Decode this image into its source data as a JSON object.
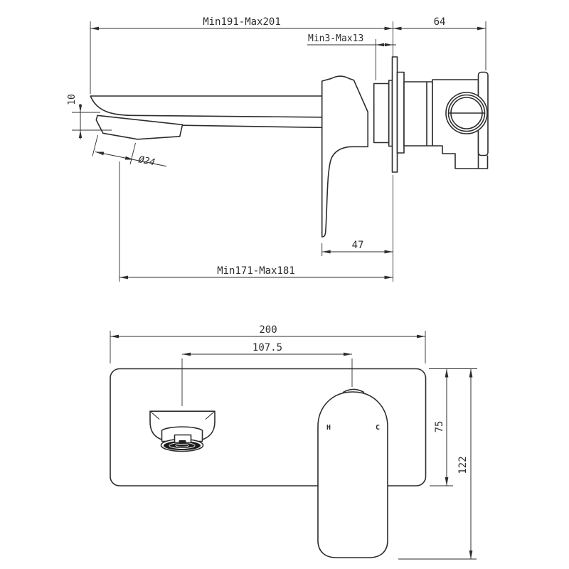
{
  "colors": {
    "line": "#2d2d2d",
    "aerator_fill": "#1c1c1c",
    "background": "#ffffff"
  },
  "side_view": {
    "description": "wall-mounted basin mixer side installation view",
    "dim_spout_reach": "Min191-Max201",
    "dim_body_depth": "64",
    "dim_wall_adjustment": "Min3-Max13",
    "dim_tip_drop": "10",
    "dim_aerator_diameter": "Ø24",
    "dim_handle_clearance": "47",
    "dim_outlet_reach": "Min171-Max181"
  },
  "front_view": {
    "description": "trim plate front view",
    "dim_plate_width": "200",
    "dim_spout_handle_spacing": "107.5",
    "dim_plate_height": "75",
    "dim_overall_height": "122",
    "label_hot": "H",
    "label_cold": "C"
  }
}
